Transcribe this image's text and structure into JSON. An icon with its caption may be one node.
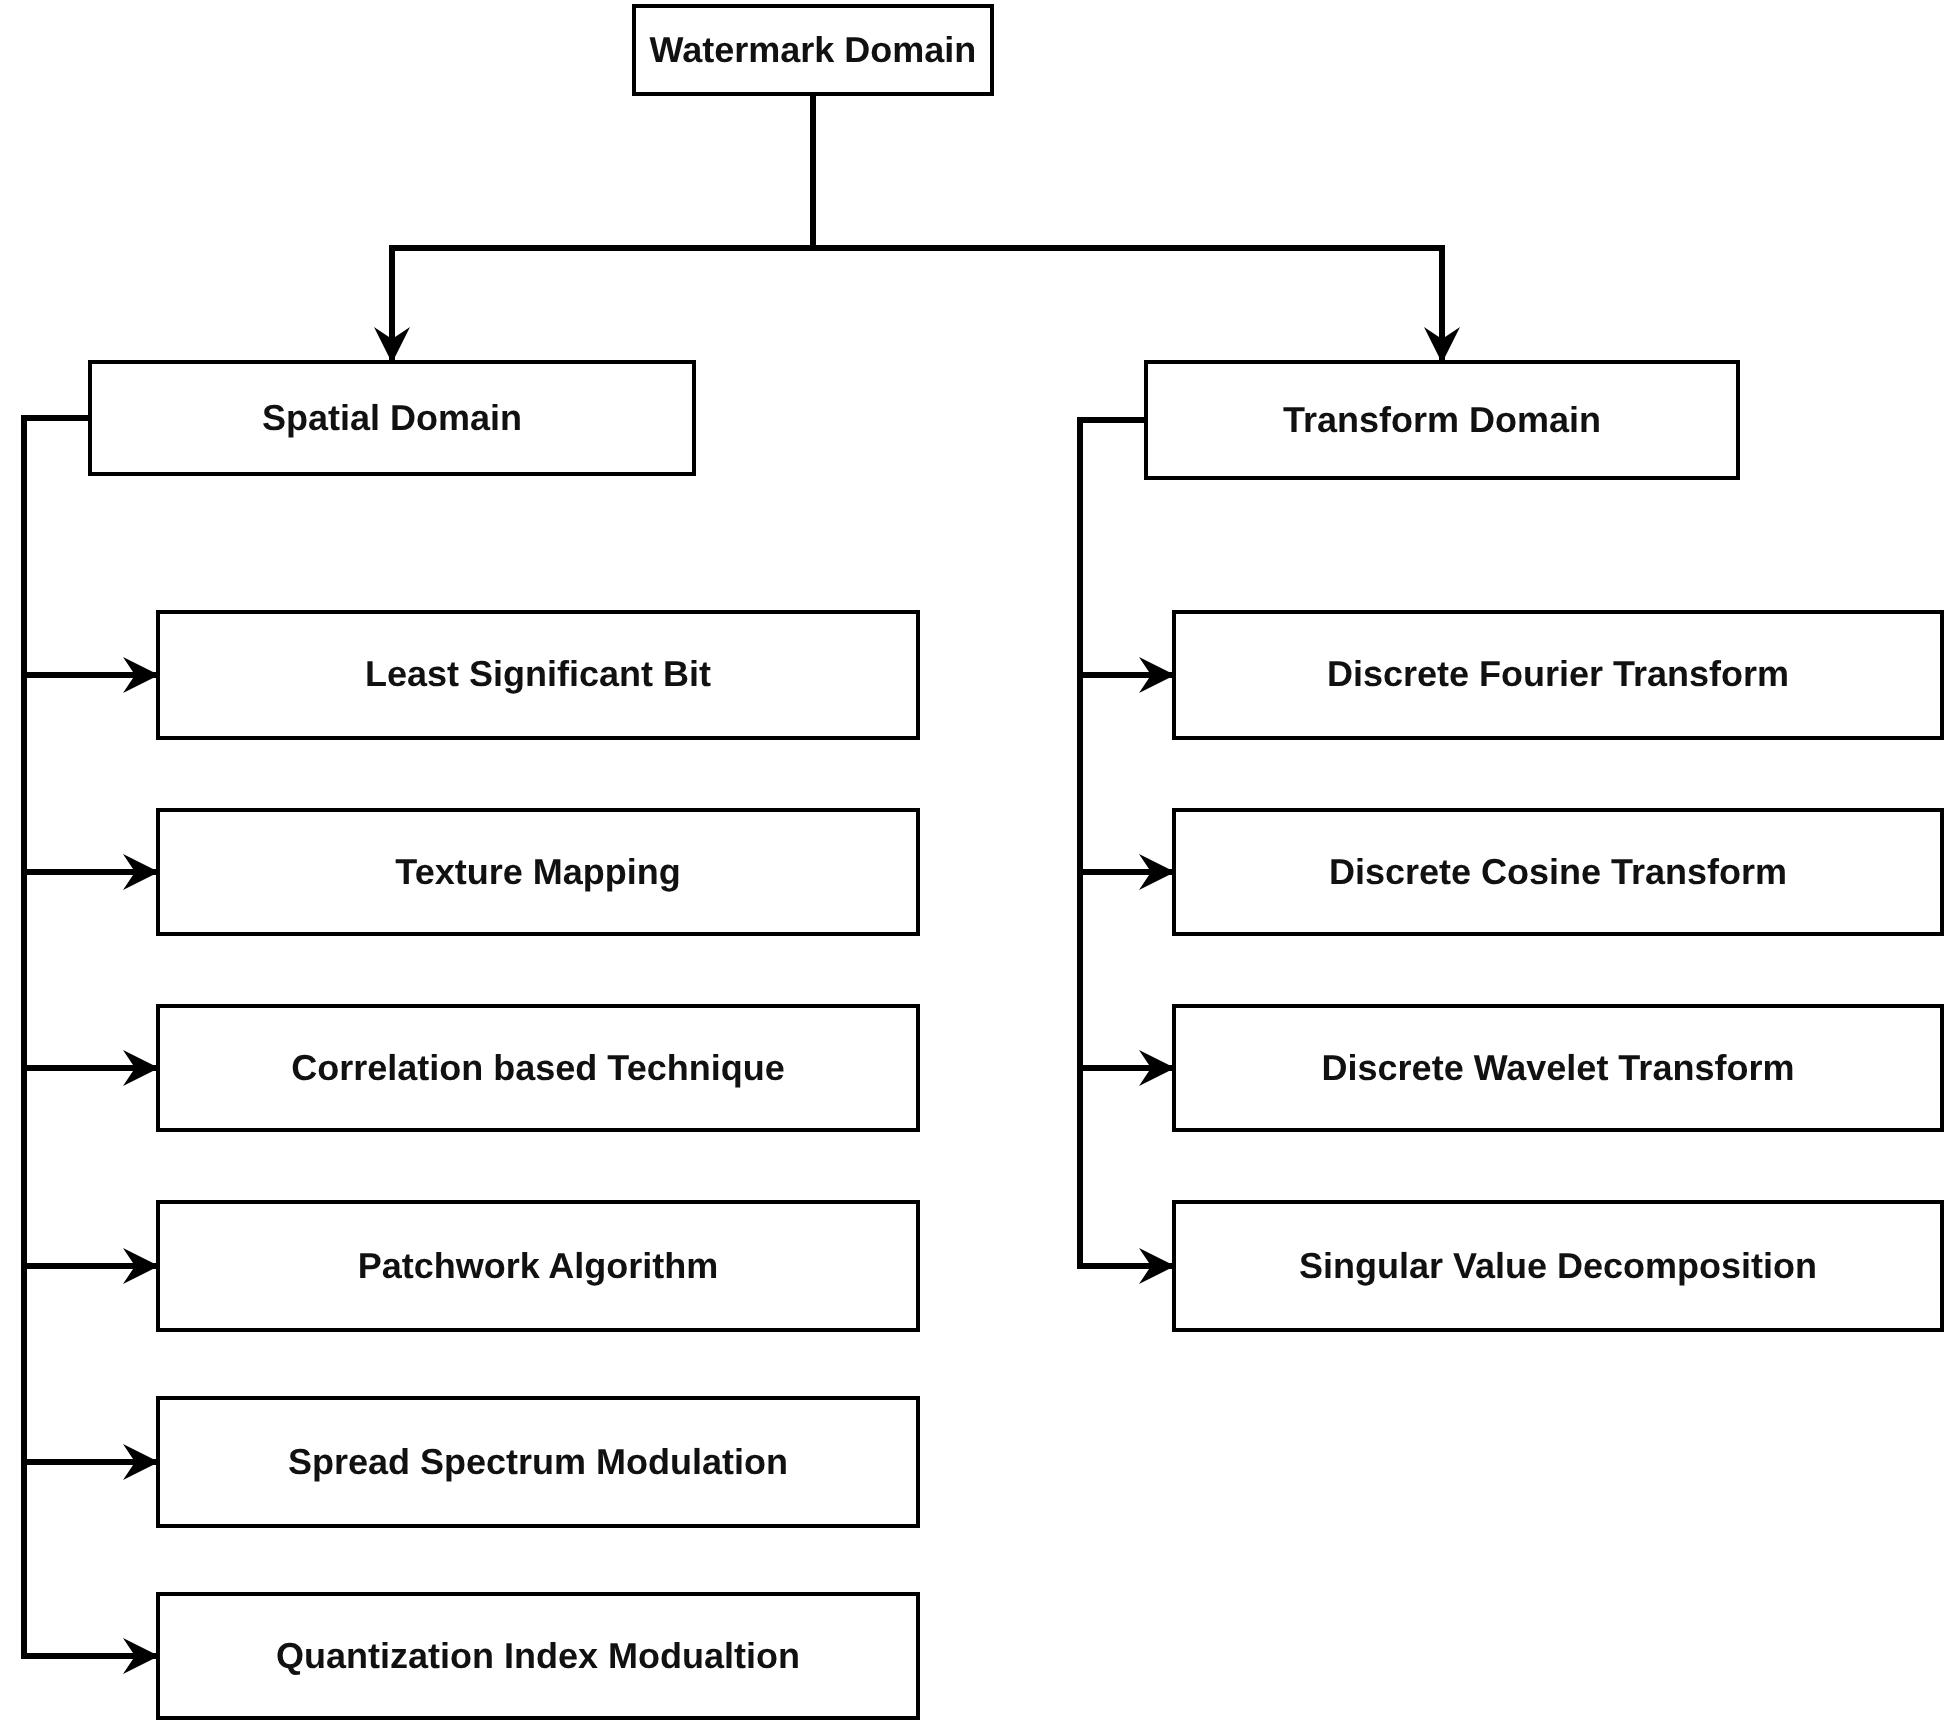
{
  "diagram": {
    "nodes": [
      {
        "text": [
          "Watermark Domain"
        ]
      },
      {
        "text": [
          "Spatial Domain"
        ]
      },
      {
        "text": [
          "Transform Domain"
        ]
      },
      {
        "text": [
          "Least Significant Bit"
        ]
      },
      {
        "text": [
          "Texture Mapping"
        ]
      },
      {
        "text": [
          "Correlation based Technique"
        ]
      },
      {
        "text": [
          "Patchwork Algorithm"
        ]
      },
      {
        "text": [
          "Spread Spectrum Modulation"
        ]
      },
      {
        "text": [
          "Quantization Index Modualtion"
        ]
      },
      {
        "text": [
          "Discrete Fourier Transform"
        ]
      },
      {
        "text": [
          "Discrete Cosine Transform"
        ]
      },
      {
        "text": [
          "Discrete Wavelet Transform"
        ]
      },
      {
        "text": [
          "Singular Value Decomposition"
        ]
      }
    ],
    "edges": [
      {
        "from": 0,
        "to": 1,
        "arrow": "to"
      },
      {
        "from": 0,
        "to": 2,
        "arrow": "to"
      },
      {
        "from": 1,
        "to": 3,
        "arrow": "to"
      },
      {
        "from": 1,
        "to": 4,
        "arrow": "to"
      },
      {
        "from": 1,
        "to": 5,
        "arrow": "to"
      },
      {
        "from": 1,
        "to": 6,
        "arrow": "to"
      },
      {
        "from": 1,
        "to": 7,
        "arrow": "to"
      },
      {
        "from": 1,
        "to": 8,
        "arrow": "to"
      },
      {
        "from": 2,
        "to": 9,
        "arrow": "to"
      },
      {
        "from": 2,
        "to": 10,
        "arrow": "to"
      },
      {
        "from": 2,
        "to": 11,
        "arrow": "to"
      },
      {
        "from": 2,
        "to": 12,
        "arrow": "to"
      }
    ]
  }
}
